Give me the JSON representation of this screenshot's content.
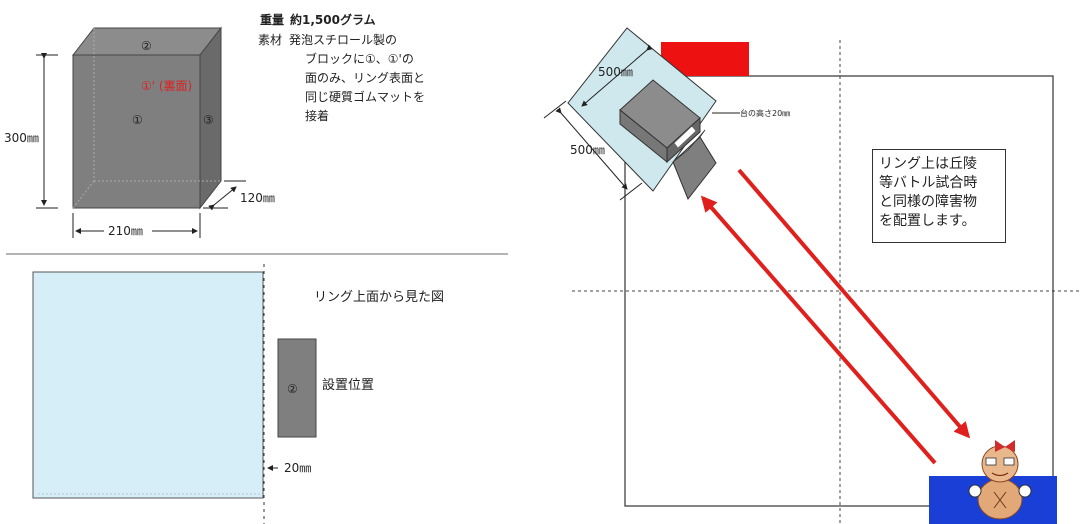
{
  "block": {
    "weight_label": "重量",
    "weight_value": "約1,500グラム",
    "material_label": "素材",
    "material_lines": [
      "発泡スチロール製の",
      "ブロックに①、①'の",
      "面のみ、リング表面と",
      "同じ硬質ゴムマットを",
      "接着"
    ],
    "face_front": "①",
    "face_top": "②",
    "face_side": "③",
    "face_back": "①' (裏面)",
    "height": "300㎜",
    "width": "210㎜",
    "depth": "120㎜"
  },
  "top_view": {
    "title": "リング上面から見た図",
    "block_face": "②",
    "position_label": "設置位置",
    "gap": "20㎜"
  },
  "ring": {
    "platform_width": "500㎜",
    "platform_depth": "500㎜",
    "platform_height": "台の高さ20㎜",
    "note": "リング上は丘陵\n等バトル試合時\nと同様の障害物\nを配置します。"
  },
  "colors": {
    "block_gray": "#7f7f7f",
    "ring_light_blue": "#d6eef8",
    "arrow_red": "#e0201c",
    "corner_red": "#ee1111",
    "corner_blue": "#1a3fd6"
  },
  "icons": {
    "robot": "robot-icon"
  }
}
